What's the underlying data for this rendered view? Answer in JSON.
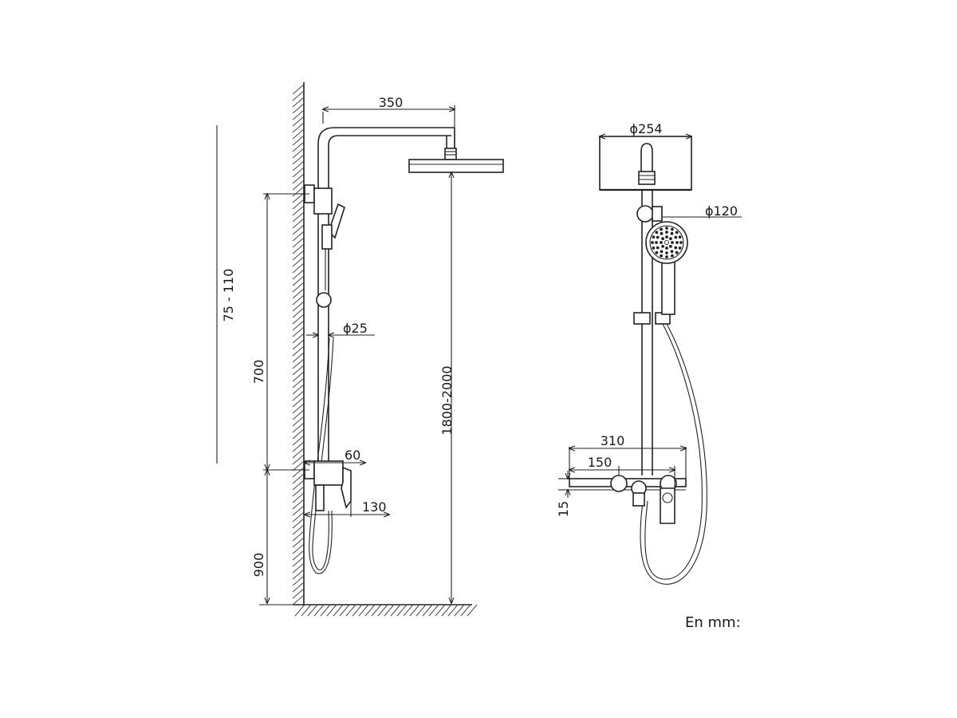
{
  "dimensions": {
    "side_view": {
      "top_reach": "350",
      "rail_height": "75 - 110",
      "bar_spacing": "700",
      "pipe_diameter": "ϕ25",
      "mixer_depth": "60",
      "handle_reach": "130",
      "total_height": "1800-2000",
      "mixer_height": "900"
    },
    "front_view": {
      "head_diameter": "ϕ254",
      "hand_shower_diameter": "ϕ120",
      "shelf_width": "310",
      "mixer_width": "150",
      "shelf_thickness": "15"
    }
  },
  "units_note": "En mm:"
}
